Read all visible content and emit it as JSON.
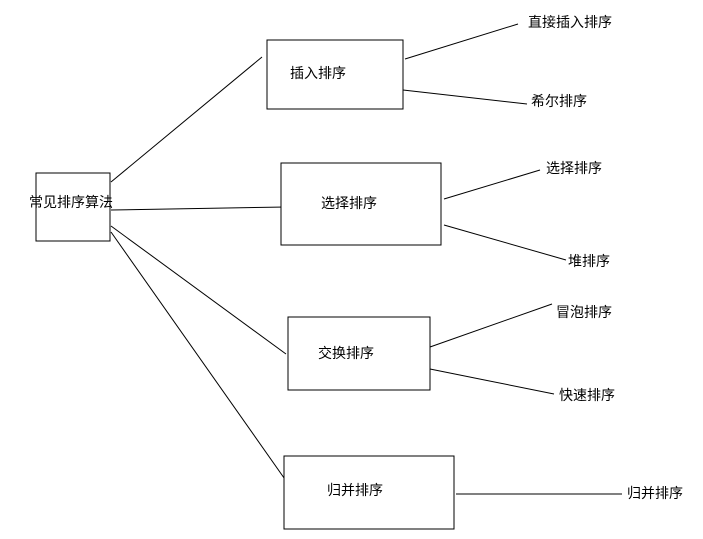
{
  "diagram": {
    "root": {
      "label": "常见排序算法"
    },
    "categories": [
      {
        "label": "插入排序",
        "children": [
          "直接插入排序",
          "希尔排序"
        ]
      },
      {
        "label": "选择排序",
        "children": [
          "选择排序",
          "堆排序"
        ]
      },
      {
        "label": "交换排序",
        "children": [
          "冒泡排序",
          "快速排序"
        ]
      },
      {
        "label": "归并排序",
        "children": [
          "归并排序"
        ]
      }
    ],
    "colors": {
      "line": "#000000",
      "box_border": "#000000",
      "text": "#000000",
      "background": "#ffffff"
    }
  }
}
